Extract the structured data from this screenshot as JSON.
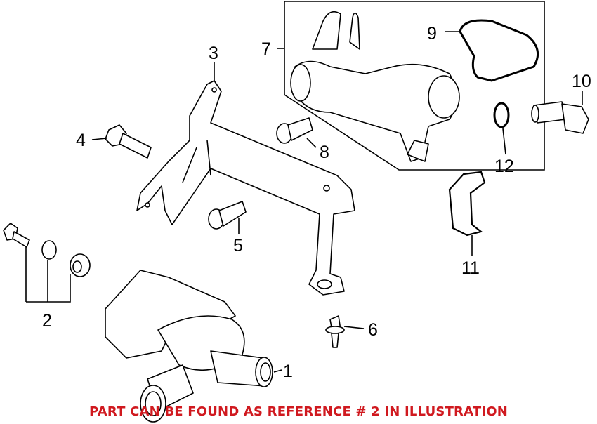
{
  "callouts": {
    "c1": "1",
    "c2": "2",
    "c3": "3",
    "c4": "4",
    "c5": "5",
    "c6": "6",
    "c7": "7",
    "c8": "8",
    "c9": "9",
    "c10": "10",
    "c11": "11",
    "c12": "12"
  },
  "note": "PART CAN BE FOUND AS REFERENCE # 2 IN ILLUSTRATION",
  "colors": {
    "note": "#d0191f",
    "lines": "#000000"
  }
}
